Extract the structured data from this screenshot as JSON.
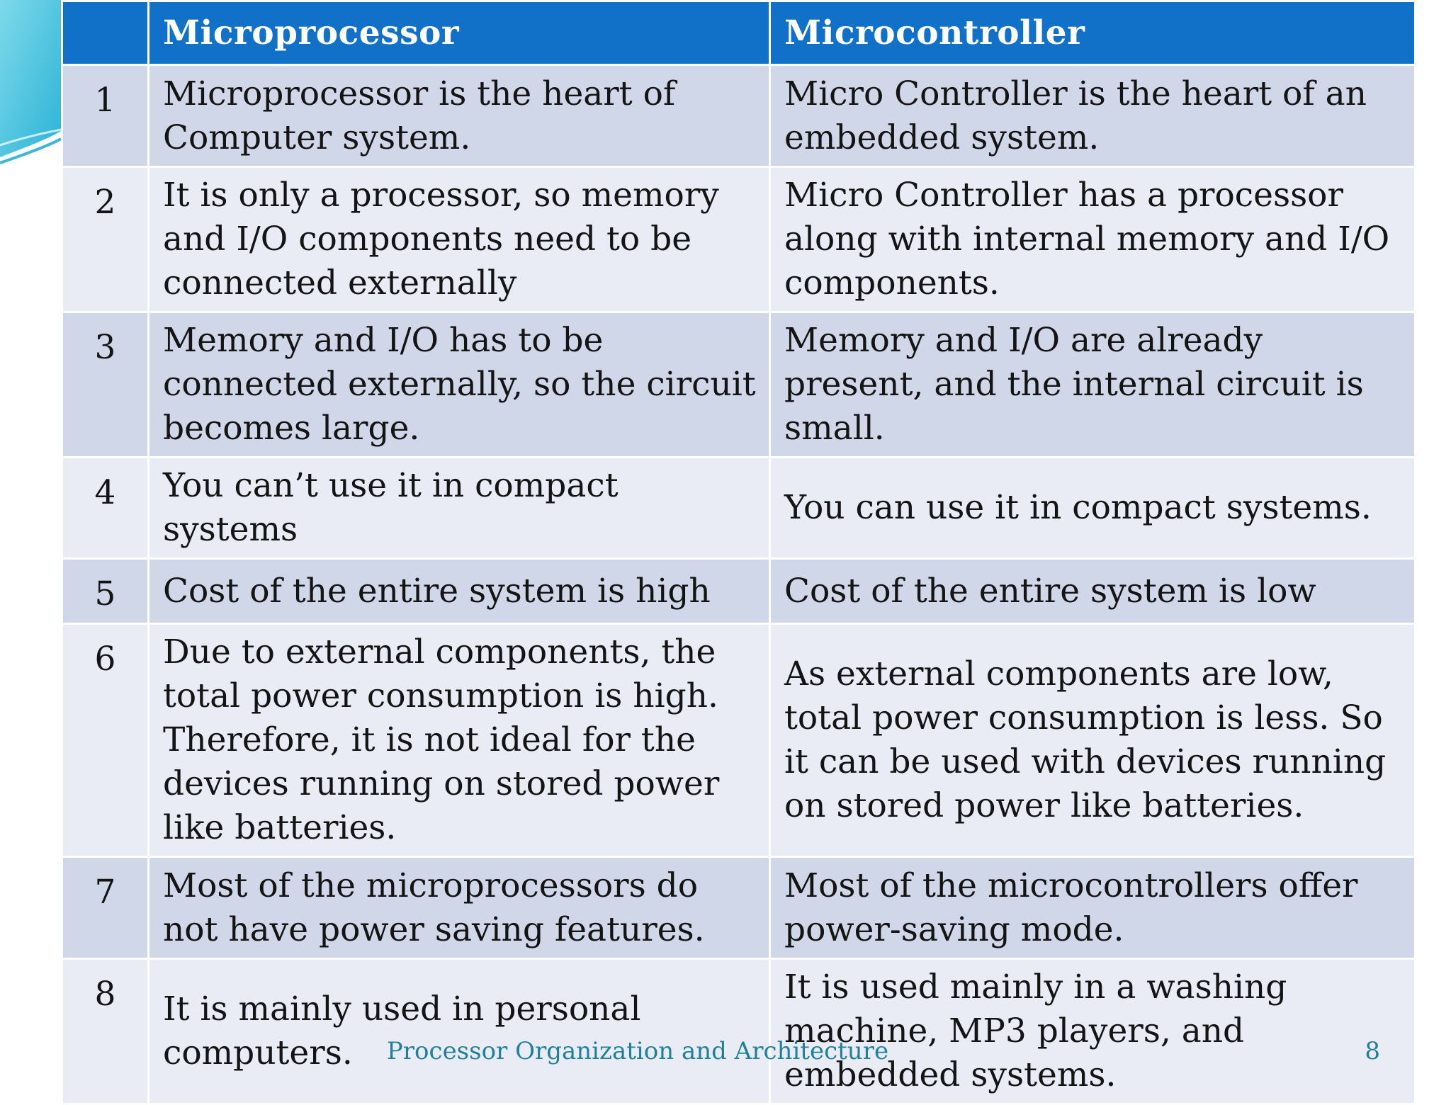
{
  "table": {
    "headers": {
      "num": "",
      "microprocessor": "Microprocessor",
      "microcontroller": "Microcontroller"
    },
    "rows": [
      {
        "num": "1",
        "microprocessor": "Microprocessor is the heart of Computer system.",
        "microcontroller": "Micro Controller is the heart of an embedded system."
      },
      {
        "num": "2",
        "microprocessor": "It is only a processor, so memory and I/O components need to be connected externally",
        "microcontroller": "Micro Controller has a processor along with internal memory and I/O components."
      },
      {
        "num": "3",
        "microprocessor": "Memory and I/O has to be connected externally, so the circuit becomes large.",
        "microcontroller": "Memory and I/O are already present, and the internal circuit is small."
      },
      {
        "num": "4",
        "microprocessor": "You can’t use it in compact systems",
        "microcontroller": "You can use it in compact systems."
      },
      {
        "num": "5",
        "microprocessor": "Cost of the entire system is high",
        "microcontroller": "Cost of the entire system is low"
      },
      {
        "num": "6",
        "microprocessor": "Due to external components, the total power consumption is high. Therefore, it is not ideal for the devices running on stored power like batteries.",
        "microcontroller": "As external components are low, total power consumption is less. So it can be used with devices running on stored power like batteries."
      },
      {
        "num": "7",
        "microprocessor": "Most of the microprocessors do not have power saving features.",
        "microcontroller": "Most of the microcontrollers offer power-saving mode."
      },
      {
        "num": "8",
        "microprocessor": "It is mainly used in personal computers.",
        "microcontroller": "It is used mainly in a washing machine, MP3 players, and embedded systems."
      }
    ]
  },
  "footer": {
    "title": "Processor Organization and Architecture",
    "page": "8"
  },
  "colors": {
    "header": "#1170c8",
    "row_dark": "#cfd7e9",
    "row_light": "#e9ecf5",
    "footer_text": "#20809a",
    "swoosh": "#4cc6e0"
  }
}
